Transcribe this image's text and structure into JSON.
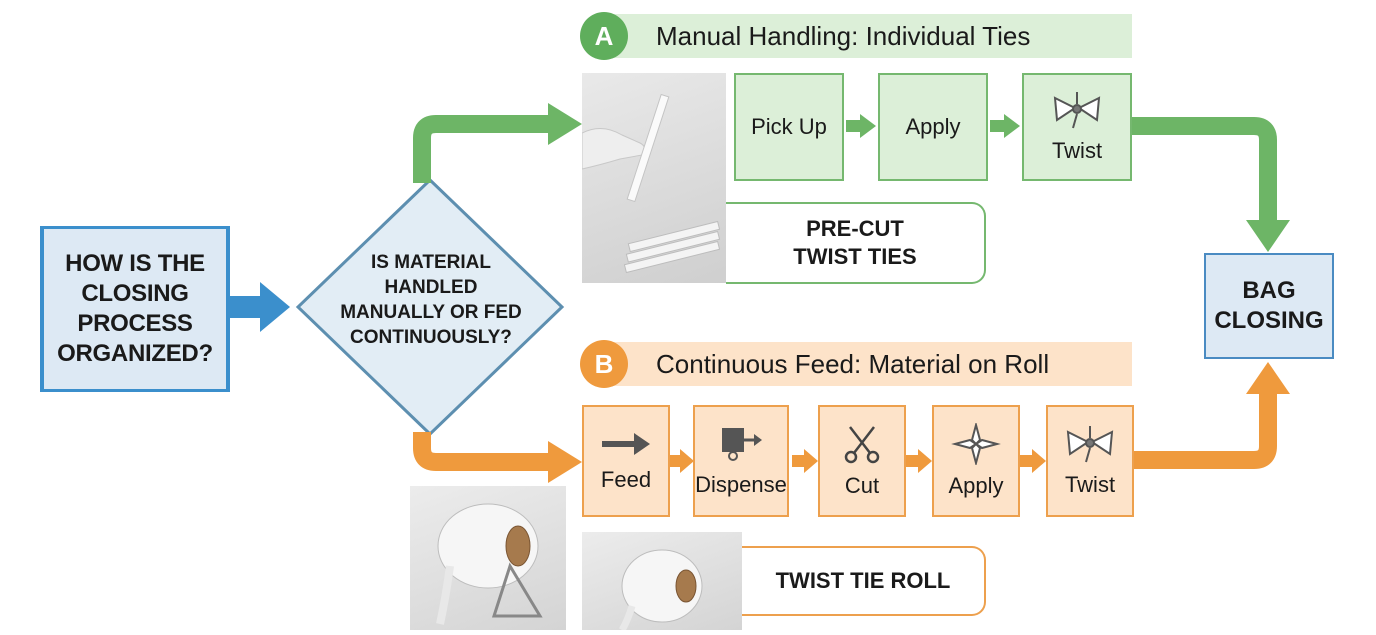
{
  "start_question": "HOW IS THE\nCLOSING\nPROCESS\nORGANIZED?",
  "decision_question": "IS MATERIAL\nHANDLED\nMANUALLY OR FED\nCONTINUOUSLY?",
  "result": "BAG\nCLOSING",
  "path_a": {
    "badge": "A",
    "title": "Manual Handling: Individual Ties",
    "steps": [
      "Pick Up",
      "Apply",
      "Twist"
    ],
    "material_label": "PRE-CUT\nTWIST TIES",
    "color": "#5fae5c"
  },
  "path_b": {
    "badge": "B",
    "title": "Continuous Feed: Material on Roll",
    "steps": [
      "Feed",
      "Dispense",
      "Cut",
      "Apply",
      "Twist"
    ],
    "material_label": "TWIST TIE ROLL",
    "color": "#ef9a3d"
  },
  "icons": {
    "twist": "twist-tie-bow-icon",
    "feed": "arrow-right-icon",
    "dispense": "dispenser-icon",
    "cut": "scissors-icon",
    "apply": "twist-tie-cross-icon"
  },
  "colors": {
    "start": "#3b8fcc",
    "decision": "#5d8fb0",
    "result": "#4a8bc2"
  }
}
